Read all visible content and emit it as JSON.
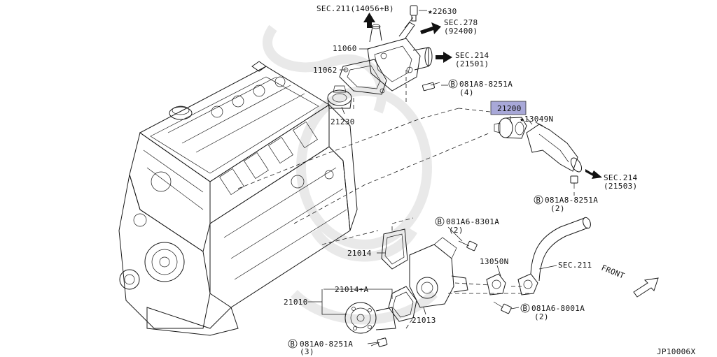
{
  "title_code": "JP10006X",
  "highlight_color": "#a8a8d8",
  "callouts": {
    "sec211_14056b": "SEC.211(14056+B)",
    "star_22630": "★22630",
    "sec278": "SEC.278",
    "sec278_ref": "(92400)",
    "p11060": "11060",
    "sec214_top": "SEC.214",
    "sec214_top_ref": "(21501)",
    "p11062": "11062",
    "bolt_081a8_top": "081A8-8251A",
    "bolt_081a8_top_qty": "(4)",
    "p21230": "21230",
    "p21200": "21200",
    "star_13049n": "★13049N",
    "sec214_right": "SEC.214",
    "sec214_right_ref": "(21503)",
    "bolt_081a8_right": "081A8-8251A",
    "bolt_081a8_right_qty": "(2)",
    "bolt_081a6_8301a": "081A6-8301A",
    "bolt_081a6_8301a_qty": "(2)",
    "p21014": "21014",
    "p13050n": "13050N",
    "sec211": "SEC.211",
    "front": "FRONT",
    "p21014a": "21014+A",
    "p21010": "21010",
    "bolt_081a6_8001a": "081A6-8001A",
    "bolt_081a6_8001a_qty": "(2)",
    "p21013": "21013",
    "bolt_081a0_8251a": "081A0-8251A",
    "bolt_081a0_8251a_qty": "(3)",
    "bolt_marker": "B"
  }
}
